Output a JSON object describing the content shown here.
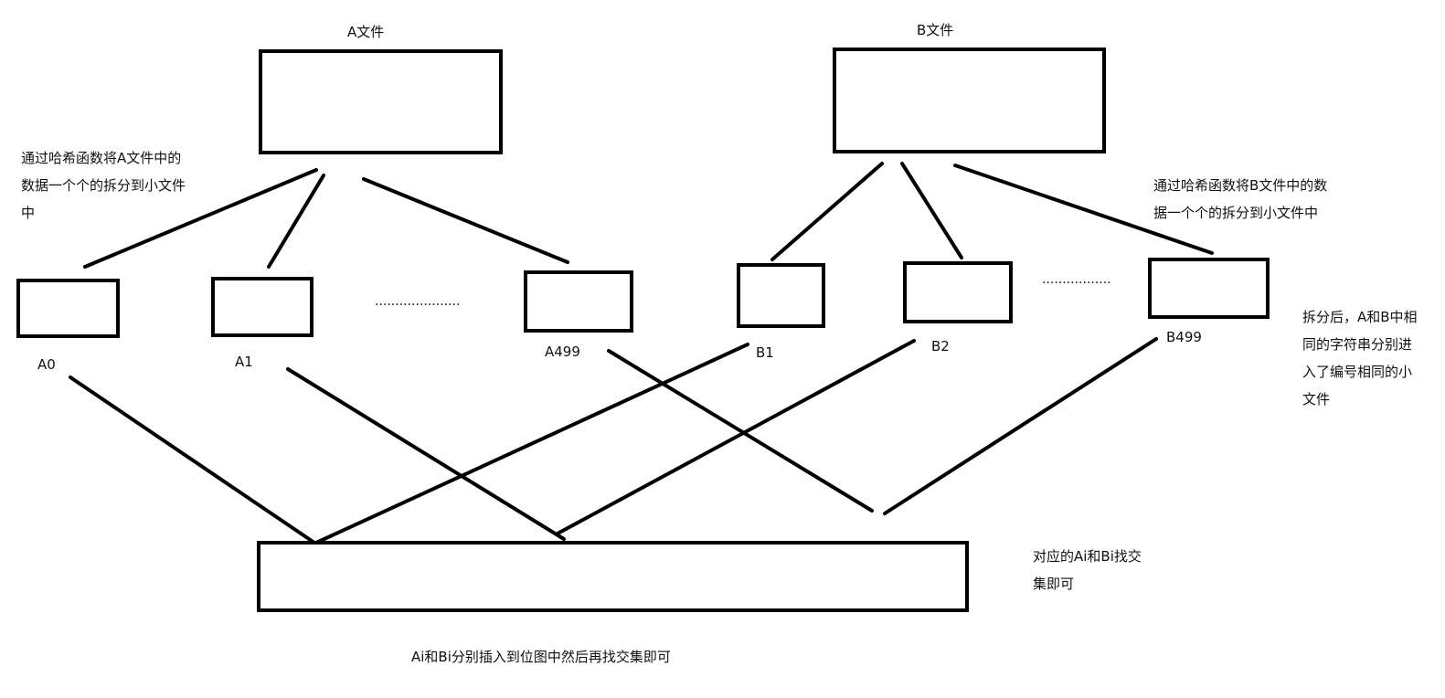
{
  "file_a": {
    "title": "A文件",
    "parts": [
      "A0",
      "A1",
      "A499"
    ],
    "ellipsis": "·····················"
  },
  "file_b": {
    "title": "B文件",
    "parts": [
      "B1",
      "B2",
      "B499"
    ],
    "ellipsis": "·················"
  },
  "notes": {
    "split_a": "通过哈希函数将A文件中的\n数据一个个的拆分到小文件\n中",
    "split_b": "通过哈希函数将B文件中的数\n据一个个的拆分到小文件中",
    "after_split": "拆分后，A和B中相\n同的字符串分别进\n入了编号相同的小\n文件",
    "intersect": "对应的Ai和Bi找交\n集即可",
    "bitmap": "Ai和Bi分别插入到位图中然后再找交集即可"
  },
  "colors": {
    "stroke": "#000000",
    "text": "#111111",
    "background": "#ffffff"
  }
}
